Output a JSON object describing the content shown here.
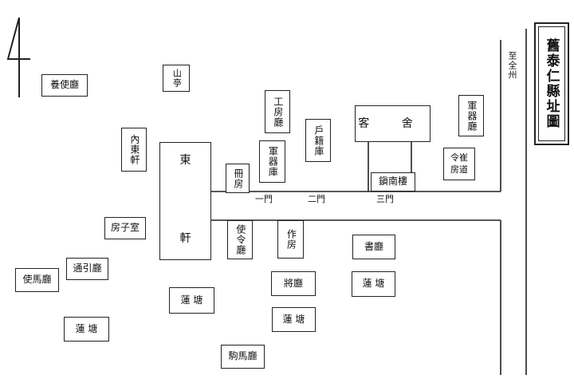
{
  "title": "舊泰仁縣址圖",
  "road_label": "至全州",
  "corner_mark": "4",
  "buildings": {
    "yangsa": "養使廳",
    "sanjeong": "山亭",
    "gongbang": "工房廳",
    "nae_dong": "內東軒",
    "hojeok": "戶籍庫",
    "gaeksa": "客 舍",
    "gungi_right": "軍器廳",
    "dong_heon_top": "東",
    "dong_heon_bottom": "軒",
    "gungi_gu": "軍器庫",
    "chaek": "冊房",
    "jinnam": "鎭南樓",
    "hyangchong": "令崔房道",
    "bangja": "房子室",
    "saryeong": "使令廳",
    "jak": "作房",
    "seo": "書廳",
    "tongin": "通引廳",
    "sama": "使馬廳",
    "yeon_center": "蓮 塘",
    "jang": "將廳",
    "yeon_right": "蓮 塘",
    "yeon_left": "蓮 塘",
    "yeon_bottom": "蓮 塘",
    "guma": "駒馬廳"
  },
  "gates": {
    "first": "一門",
    "second": "二門",
    "third": "三門"
  }
}
